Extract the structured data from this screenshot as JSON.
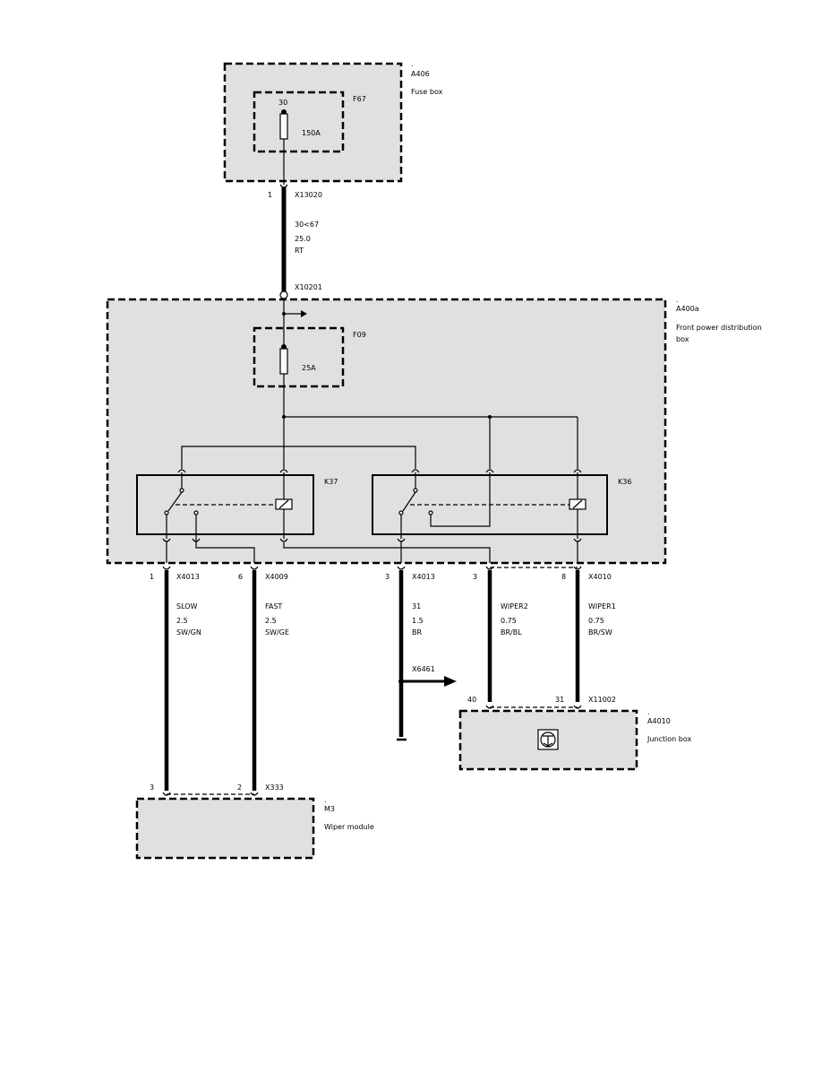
{
  "components": {
    "a406": {
      "marker": ".",
      "id": "A406",
      "name": "Fuse box"
    },
    "f67": {
      "id": "F67",
      "terminal": "30",
      "rating": "150A"
    },
    "a400a": {
      "marker": ".",
      "id": "A400a",
      "name_line1": "Front power distribution",
      "name_line2": "box"
    },
    "f09": {
      "id": "F09",
      "rating": "25A"
    },
    "k37": {
      "id": "K37"
    },
    "k36": {
      "id": "K36"
    },
    "a4010": {
      "marker": ".",
      "id": "A4010",
      "name": "Junction box"
    },
    "m3": {
      "marker": ".",
      "id": "M3",
      "name": "Wiper module"
    }
  },
  "connectors": {
    "x13020": {
      "pin": "1",
      "id": "X13020"
    },
    "x10201": {
      "id": "X10201"
    },
    "x4013_a": {
      "pin": "1",
      "id": "X4013"
    },
    "x4009": {
      "pin": "6",
      "id": "X4009"
    },
    "x4013_b": {
      "pin": "3",
      "id": "X4013"
    },
    "x4010_b": {
      "pin": "3"
    },
    "x4010": {
      "pin": "8",
      "id": "X4010"
    },
    "x6461": {
      "id": "X6461"
    },
    "x11002": {
      "pin_a": "40",
      "pin_b": "31",
      "id": "X11002"
    },
    "x333": {
      "pin_a": "3",
      "pin_b": "2",
      "id": "X333"
    }
  },
  "wires": {
    "main": {
      "circuit": "30<67",
      "size": "25.0",
      "color": "RT"
    },
    "slow": {
      "circuit": "SLOW",
      "size": "2.5",
      "color": "SW/GN"
    },
    "fast": {
      "circuit": "FAST",
      "size": "2.5",
      "color": "SW/GE"
    },
    "ground": {
      "circuit": "31",
      "size": "1.5",
      "color": "BR"
    },
    "wiper2": {
      "circuit": "WIPER2",
      "size": "0.75",
      "color": "BR/BL"
    },
    "wiper1": {
      "circuit": "WIPER1",
      "size": "0.75",
      "color": "BR/SW"
    }
  }
}
